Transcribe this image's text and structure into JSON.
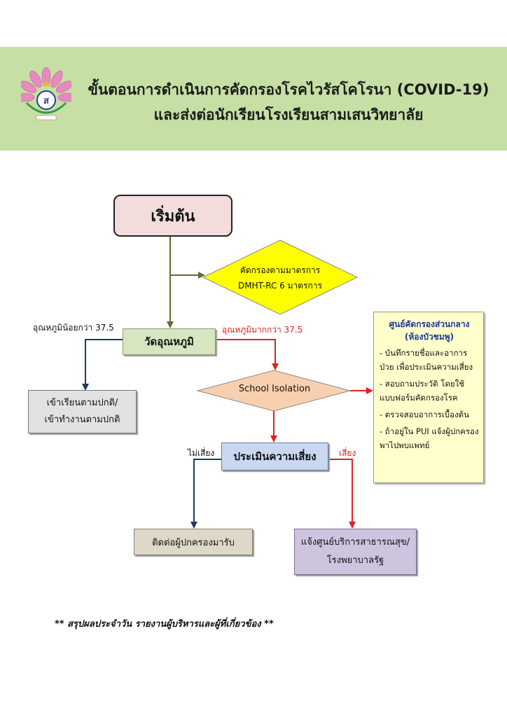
{
  "header": {
    "title_line1": "ขั้นตอนการดำเนินการคัดกรองโรคไวรัสโคโรนา (COVID-19)",
    "title_line2": "และส่งต่อนักเรียนโรงเรียนสามเสนวิทยาลัย"
  },
  "colors": {
    "banner": "#c6dfa4",
    "arrow_olive": "#5b6d34",
    "arrow_navy": "#1f3a5f",
    "arrow_red": "#e02020",
    "decision_yellow": "#ffff00",
    "decision_peach": "#f8d0b0"
  },
  "nodes": {
    "start": "เริ่มต้น",
    "screen_line1": "คัดกรองตามมาตรการ",
    "screen_line2": "DMHT-RC 6 มาตรการ",
    "temperature": "วัดอุณหภูมิ",
    "normal_line1": "เข้าเรียนตามปกติ/",
    "normal_line2": "เข้าทำงานตามปกติ",
    "isolation": "School Isolation",
    "assess": "ประเมินความเสี่ยง",
    "parent": "ติดต่อผู้ปกครองมารับ",
    "health_line1": "แจ้งศูนย์บริการสาธารณสุข/",
    "health_line2": "โรงพยาบาลรัฐ"
  },
  "center": {
    "title_line1": "ศูนย์คัดกรองส่วนกลาง",
    "title_line2": "(ห้องบัวชมพู)",
    "items": [
      "- บันทึกรายชื่อและอาการป่วย เพื่อประเมินความเสี่ยง",
      "- สอบถามประวัติ โดยใช้แบบฟอร์มคัดกรองโรค",
      "- ตรวจสอบอาการเบื้องต้น",
      "- ถ้าอยู่ใน PUI แจ้งผู้ปกครองพาไปพบแพทย์"
    ]
  },
  "labels": {
    "temp_low": "อุณหภูมิน้อยกว่า 37.5",
    "temp_high": "อุณหภูมิมากกว่า 37.5",
    "no_risk": "ไม่เสี่ยง",
    "risk": "เสี่ยง"
  },
  "footer": "** สรุปผลประจำวัน รายงานผู้บริหารและผู้ที่เกี่ยวข้อง **"
}
